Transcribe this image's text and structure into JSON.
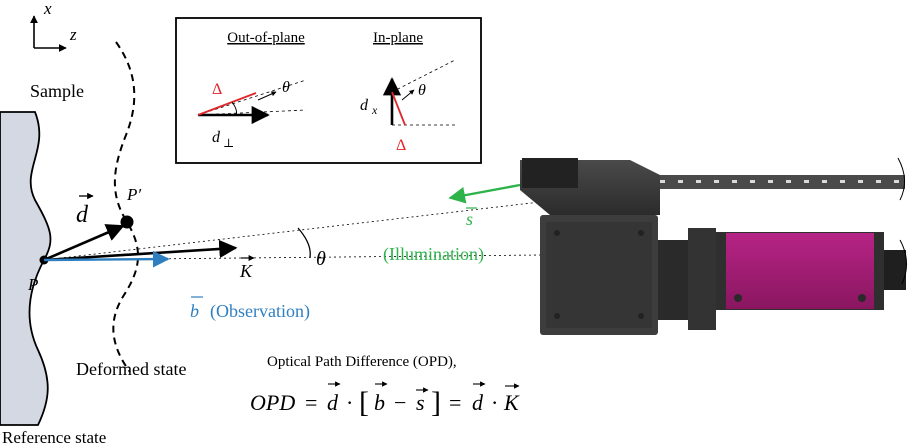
{
  "axes": {
    "x_label": "x",
    "z_label": "z"
  },
  "labels": {
    "sample": "Sample",
    "deformed_state": "Deformed state",
    "reference_state": "Reference state",
    "point_p": "P",
    "point_p_prime": "P′",
    "vec_d": "d",
    "vec_k": "K",
    "vec_b": "b",
    "observation": "(Observation)",
    "vec_s": "s",
    "illumination": "(Illumination)",
    "theta": "θ"
  },
  "inset": {
    "out_of_plane_title": "Out-of-plane",
    "in_plane_title": "In-plane",
    "delta": "Δ",
    "theta": "θ",
    "d_perp": "d",
    "perp_sub": "⊥",
    "d_x": "d",
    "x_sub": "x"
  },
  "formula": {
    "caption": "Optical Path Difference (OPD),",
    "opd": "OPD",
    "equals": "=",
    "dot": "·",
    "minus": "−",
    "d": "d",
    "b": "b",
    "s": "s",
    "k": "K"
  },
  "colors": {
    "sample_fill": "#d3d8e2",
    "observation_blue": "#2f7fc0",
    "illumination_green": "#2db34a",
    "delta_red": "#e0262b",
    "camera_magenta": "#a51c74",
    "camera_body": "#3a3a3a"
  }
}
